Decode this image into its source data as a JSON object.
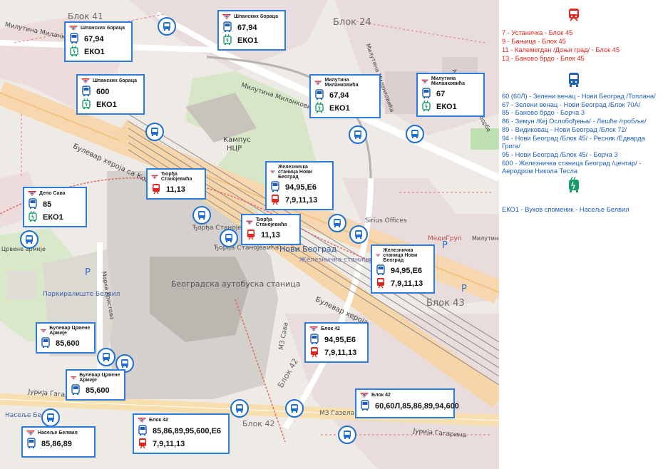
{
  "map": {
    "labels": {
      "blok41": "Блок 41",
      "blok24": "Блок 24",
      "blok43": "Блок 43",
      "blok42_road": "Блок 42",
      "blok42_bottom": "Блок 42",
      "milutina_top": "Милутина Миланковића",
      "milutina_mid": "Милутина Миланковића",
      "milutina_left": "Милутина Миланковића",
      "bulevar_heroja": "Булевар хероја са Кошара",
      "bulevar_heroja_right": "Булевар хероја",
      "kampus": "Кампус",
      "ncr": "НЦР",
      "djordja_stanojevica": "Ђорђа Станојевића",
      "djordja_stanojevica2": "Ђорђа Станојевића",
      "novi_beograd": "Нови Београд",
      "zeleznicka": "Железничка станица \"Нови Београд\"",
      "sirius": "Sirius Offices",
      "medigrup": "МедиГруп",
      "milutina_right": "Милутина Миланковића",
      "parking": "Паркиралиште Белвил",
      "autobuska": "Београдска аутобуска станица",
      "jurija1": "Јурија Гагарина",
      "jurija2": "Јурија Гагарина",
      "naselje": "Насеље Белвил",
      "mz_sava": "МЗ Сава",
      "mz_gazela": "МЗ Газела",
      "marka": "Марка Христова",
      "crvene": "Црвене армије",
      "antifa": "Антифашистичке борбе",
      "p1": "P",
      "p2": "P",
      "p3": "P"
    },
    "boxes": [
      {
        "title": "Шпанских бораца",
        "rows": [
          {
            "mode": "bus",
            "text": "67,94"
          },
          {
            "mode": "trolley",
            "text": "ЕКО1"
          }
        ]
      },
      {
        "title": "Шпанских бораца",
        "rows": [
          {
            "mode": "bus",
            "text": "67,94"
          },
          {
            "mode": "trolley",
            "text": "ЕКО1"
          }
        ]
      },
      {
        "title": "Шпанских бораца",
        "rows": [
          {
            "mode": "bus",
            "text": "600"
          },
          {
            "mode": "trolley",
            "text": "ЕКО1"
          }
        ]
      },
      {
        "title": "Милутина Миланковића",
        "rows": [
          {
            "mode": "bus",
            "text": "67,94"
          },
          {
            "mode": "trolley",
            "text": "ЕКО1"
          }
        ]
      },
      {
        "title": "Милутина Миланковића",
        "rows": [
          {
            "mode": "bus",
            "text": "67"
          },
          {
            "mode": "trolley",
            "text": "ЕКО1"
          }
        ]
      },
      {
        "title": "Ђорђа Станојевића",
        "rows": [
          {
            "mode": "tram",
            "text": "11,13"
          }
        ]
      },
      {
        "title": "Железничка станица Нови Београд",
        "rows": [
          {
            "mode": "bus",
            "text": "94,95,Е6"
          },
          {
            "mode": "tram",
            "text": "7,9,11,13"
          }
        ]
      },
      {
        "title": "Депо Сава",
        "rows": [
          {
            "mode": "bus",
            "text": "85"
          },
          {
            "mode": "trolley",
            "text": "ЕКО1"
          }
        ]
      },
      {
        "title": "Ђорђа Станојевића",
        "rows": [
          {
            "mode": "tram",
            "text": "11,13"
          }
        ]
      },
      {
        "title": "Железничка станица Нови Београд",
        "rows": [
          {
            "mode": "bus",
            "text": "94,95,Е6"
          },
          {
            "mode": "tram",
            "text": "7,9,11,13"
          }
        ]
      },
      {
        "title": "Булевар Црвене Армије",
        "rows": [
          {
            "mode": "bus",
            "text": "85,600"
          }
        ]
      },
      {
        "title": "Блок 42",
        "rows": [
          {
            "mode": "bus",
            "text": "94,95,Е6"
          },
          {
            "mode": "tram",
            "text": "7,9,11,13"
          }
        ]
      },
      {
        "title": "Булевар Црвене Армије",
        "rows": [
          {
            "mode": "bus",
            "text": "85,600"
          }
        ]
      },
      {
        "title": "Блок 42",
        "rows": [
          {
            "mode": "bus",
            "text": "60,60Л,85,86,89,94,600"
          }
        ]
      },
      {
        "title": "Насеље Белвил",
        "rows": [
          {
            "mode": "bus",
            "text": "85,86,89"
          }
        ]
      },
      {
        "title": "Блок 42",
        "rows": [
          {
            "mode": "bus",
            "text": "85,86,89,95,600,Е6"
          },
          {
            "mode": "tram",
            "text": "7,9,11,13"
          }
        ]
      }
    ]
  },
  "legend": {
    "tram_icon": "tram-icon",
    "bus_icon": "bus-icon",
    "trolley_icon": "trolleybus-icon",
    "tram_lines": [
      "7 - Устаничка - Блок 45",
      "9 - Бањица - Блок 45",
      "11 - Калемегдан /Доњи град/ -  Блок 45",
      "13 - Бановo брдо - Блок 45"
    ],
    "bus_lines": [
      "60 (60Л) - Зелени венац - Нови Београд /Топлана/",
      "67 - Зелени венац - Нови Београд /Блок 70А/",
      "85 - Бановo брдо - Борча 3",
      "86 - Земун /Кеј Ослобођења/ - Лешће /гробље/",
      "89 - Видиковац - Нови Београд /Блок 72/",
      "94 - Нови Београд /Блок 45/ - Ресник /Едварда",
      "Грига/",
      "95 - Нови Београд /Блок 45/ - Борча 3",
      "600 - Железничка станица Београд /центар/ -",
      "Аеродром Никола Тесла"
    ],
    "trolley_lines": [
      "ЕКО1 - Вуков споменик - Насеље Белвил"
    ]
  },
  "colors": {
    "tram": "#e0261f",
    "bus": "#1f5fb8",
    "trolley": "#1a9c68",
    "box_border": "#2b7ee0"
  }
}
